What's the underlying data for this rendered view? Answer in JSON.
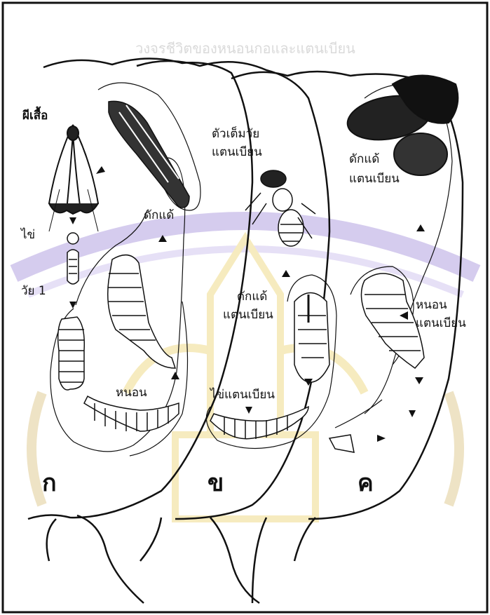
{
  "diagram": {
    "heading": "วงจรชีวิตของหนอนกอและแตนเบียน",
    "labels": {
      "moth": "ผีเสื้อ",
      "egg": "ไข่",
      "instar1": "วัย 1",
      "pupa": "ดักแด้",
      "larva": "หนอน",
      "adult_wasp": "ตัวเต็มวัย",
      "wasp_a": "แตนเบียน",
      "wasp_pupa_b1": "ดักแด้",
      "wasp_pupa_b2": "แตนเบียน",
      "wasp_egg": "ไข่แตนเบียน",
      "wasp_pupa_c1": "ดักแด้",
      "wasp_pupa_c2": "แตนเบียน",
      "wasp_larva_c1": "หนอน",
      "wasp_larva_c2": "แตนเบียน"
    },
    "panels": [
      "ก",
      "ข",
      "ค"
    ],
    "colors": {
      "line": "#111111",
      "watermark_purple": "#8a6fd1",
      "watermark_gold": "#e7c84a"
    }
  }
}
